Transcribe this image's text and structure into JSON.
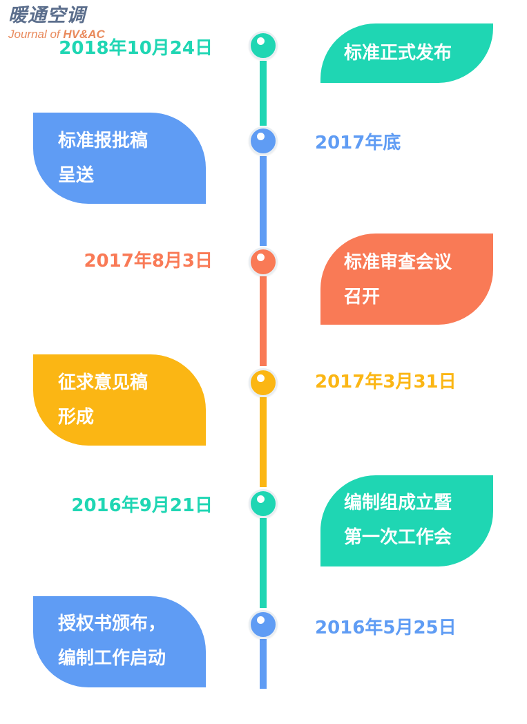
{
  "logo": {
    "title_cn": "暖通空调",
    "title_en_prefix": "Journal of ",
    "title_en_suffix": "HV&AC"
  },
  "colors": {
    "teal": "#1fd6b3",
    "blue": "#5f9cf4",
    "orange": "#f97a56",
    "yellow": "#fbb614"
  },
  "timeline": [
    {
      "date": "2018年10月24日",
      "lines": [
        "标准正式发布"
      ],
      "color": "#1fd6b3"
    },
    {
      "date": "2017年底",
      "lines": [
        "标准报批稿",
        "呈送"
      ],
      "color": "#5f9cf4"
    },
    {
      "date": "2017年8月3日",
      "lines": [
        "标准审查会议",
        "召开"
      ],
      "color": "#f97a56"
    },
    {
      "date": "2017年3月31日",
      "lines": [
        "征求意见稿",
        "形成"
      ],
      "color": "#fbb614"
    },
    {
      "date": "2016年9月21日",
      "lines": [
        "编制组成立暨",
        "第一次工作会"
      ],
      "color": "#1fd6b3"
    },
    {
      "date": "2016年5月25日",
      "lines": [
        "授权书颁布，",
        "编制工作启动"
      ],
      "color": "#5f9cf4"
    }
  ]
}
